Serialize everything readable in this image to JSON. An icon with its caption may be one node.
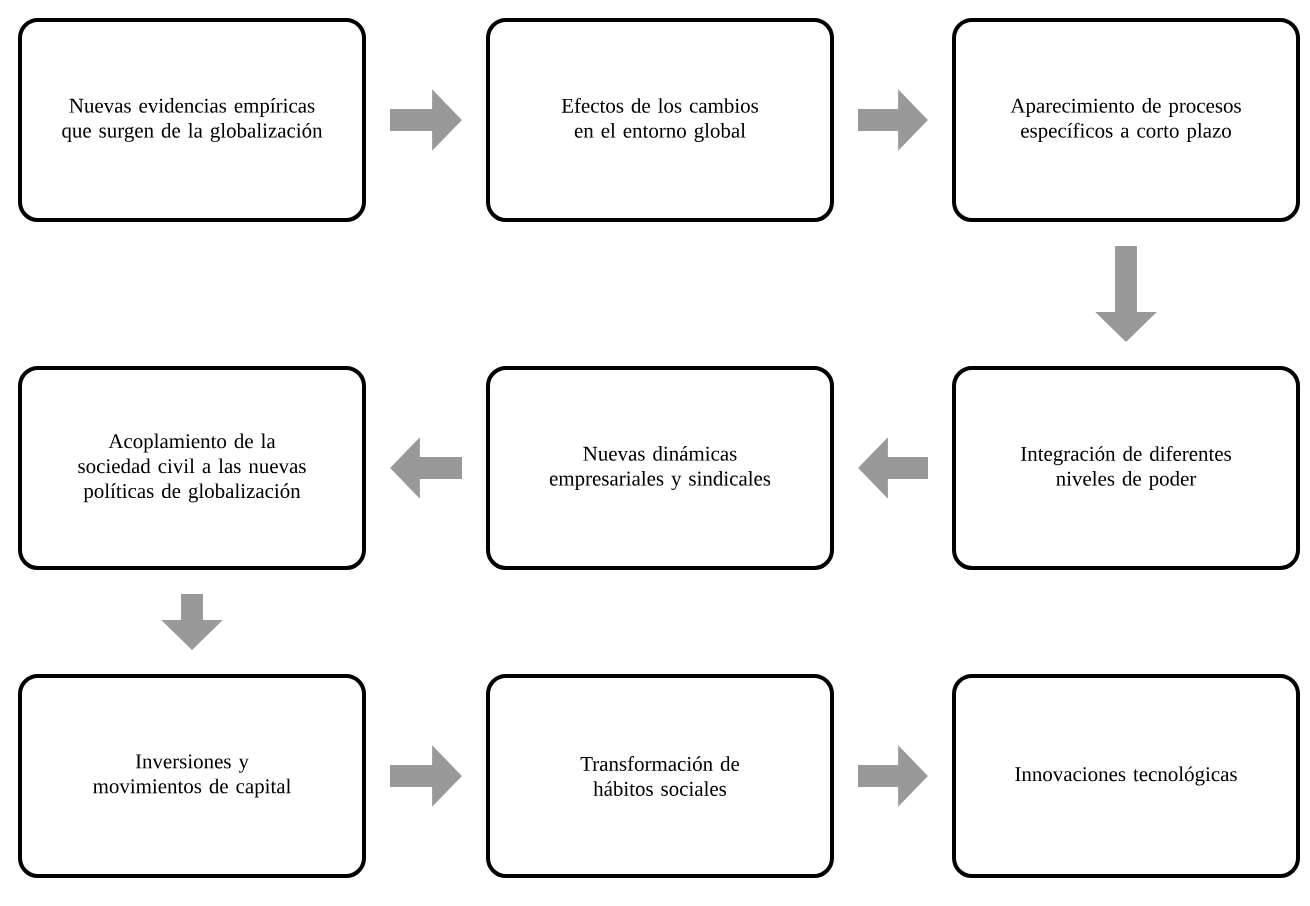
{
  "diagram": {
    "nodes": [
      {
        "text": [
          "Nuevas evidencias empíricas que surgen de la globalización"
        ]
      },
      {
        "text": [
          "Efectos de los cambios en el entorno global"
        ]
      },
      {
        "text": [
          "Aparecimiento de procesos específicos a corto plazo"
        ]
      },
      {
        "text": [
          "Acoplamiento de la sociedad civil a las nuevas políticas de globalización"
        ]
      },
      {
        "text": [
          "Nuevas dinámicas empresariales y sindicales"
        ]
      },
      {
        "text": [
          "Integración de diferentes niveles de poder"
        ]
      },
      {
        "text": [
          "Inversiones y movimientos de capital"
        ]
      },
      {
        "text": [
          "Transformación de hábitos sociales"
        ]
      },
      {
        "text": [
          "Innovaciones tecnológicas"
        ]
      }
    ],
    "edges": [
      {
        "from": 0,
        "to": 1,
        "arrow": "to"
      },
      {
        "from": 1,
        "to": 2,
        "arrow": "to"
      },
      {
        "from": 2,
        "to": 5,
        "arrow": "to"
      },
      {
        "from": 5,
        "to": 4,
        "arrow": "to"
      },
      {
        "from": 4,
        "to": 3,
        "arrow": "to"
      },
      {
        "from": 3,
        "to": 6,
        "arrow": "to"
      },
      {
        "from": 6,
        "to": 7,
        "arrow": "to"
      },
      {
        "from": 7,
        "to": 8,
        "arrow": "to"
      }
    ]
  }
}
